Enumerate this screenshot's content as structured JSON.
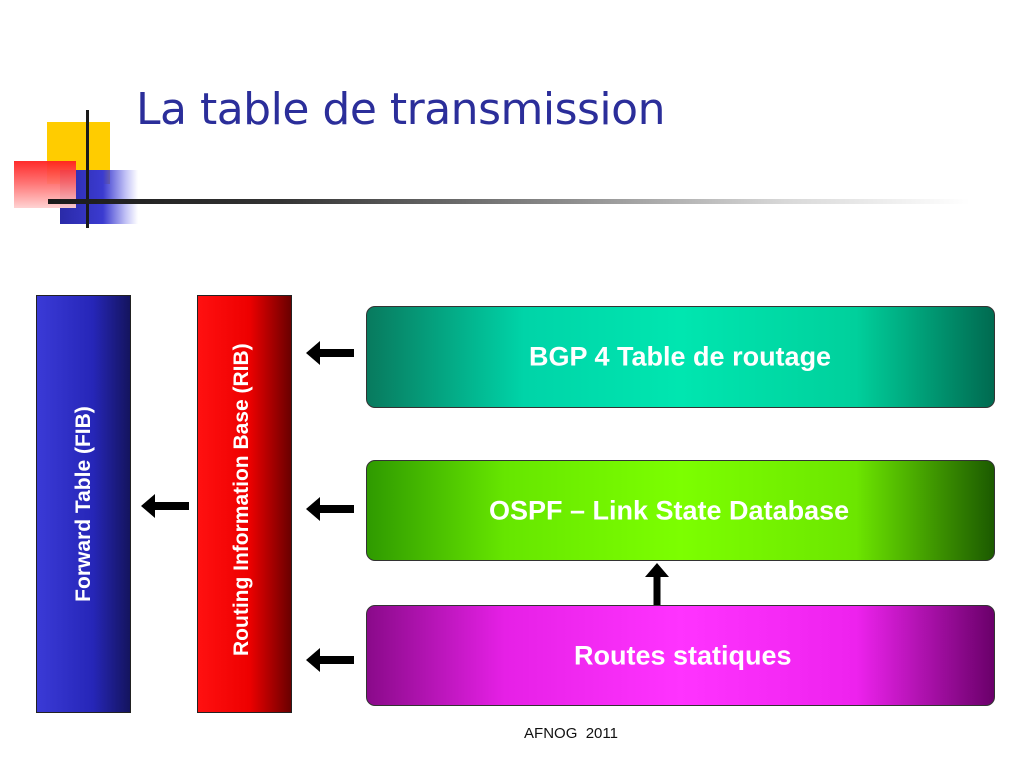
{
  "title": "La table de transmission",
  "blocks": {
    "fib_label": "Forward Table (FIB)",
    "rib_label": "Routing Information Base (RIB)"
  },
  "boxes": {
    "bgp": "BGP 4 Table de routage",
    "ospf": "OSPF – Link State Database",
    "static": "Routes statiques"
  },
  "footer": "AFNOG  2011",
  "colors": {
    "title": "#2b2e9a",
    "fib": "#2626b8",
    "rib": "#ee0000",
    "bgp": "#00e6b0",
    "ospf": "#7cff00",
    "static": "#ff33ff"
  },
  "icons": {
    "arrow": "left-arrow-icon",
    "arrow_up": "up-arrow-icon"
  }
}
